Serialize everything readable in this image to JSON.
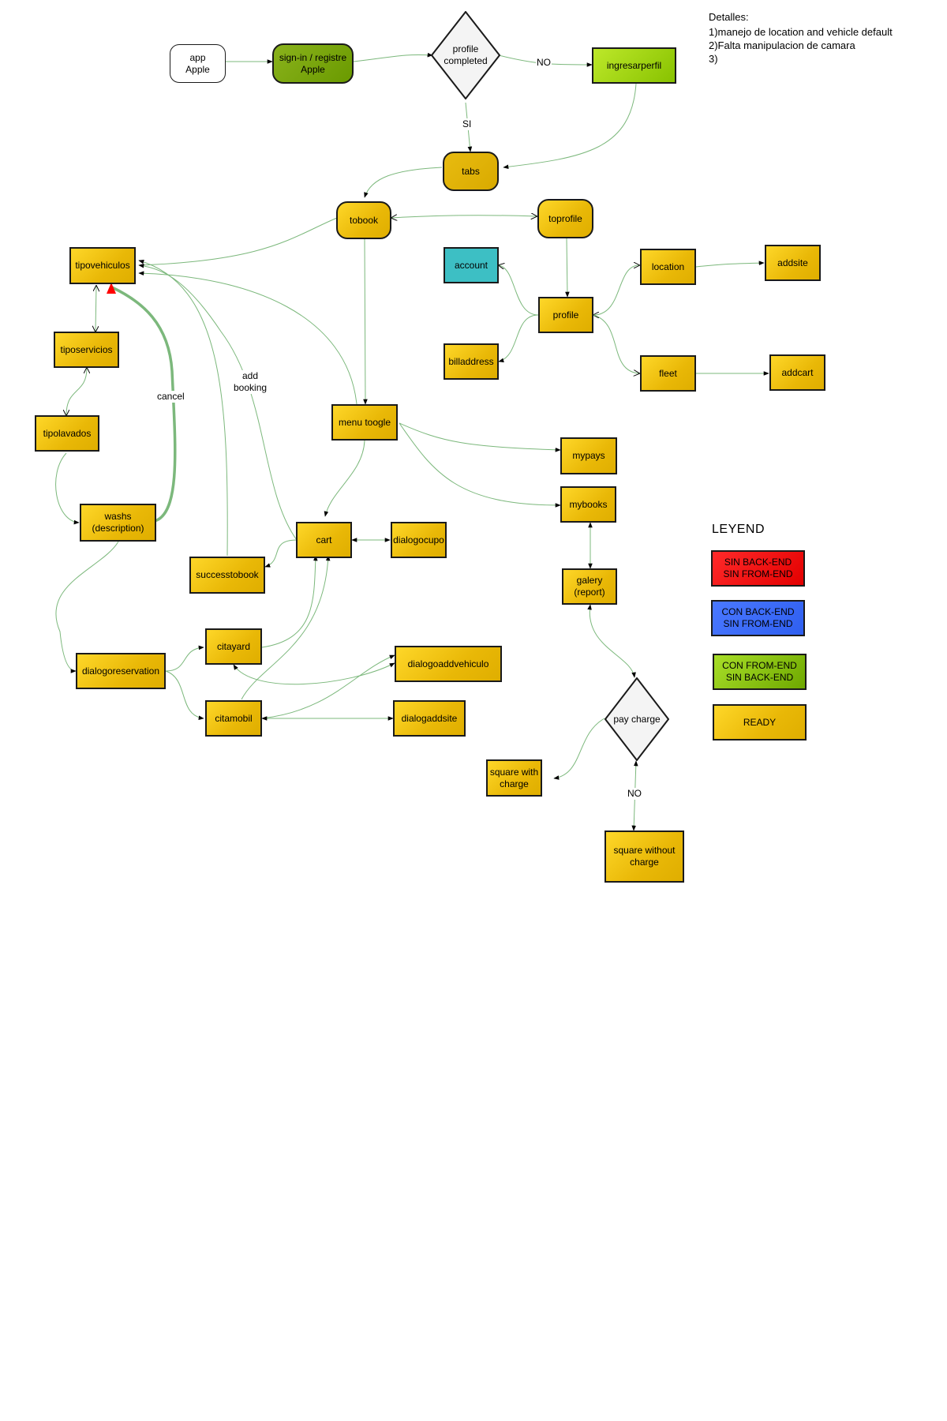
{
  "details": {
    "title": "Detalles:",
    "lines": [
      "1)manejo de location and vehicle default",
      "2)Falta manipulacion de camara",
      "3)"
    ]
  },
  "nodes": {
    "app_apple": "app\nApple",
    "sign_in": "sign-in / registre\nApple",
    "profile_completed": "profile\ncompleted",
    "ingresarperfil": "ingresarperfil",
    "tabs": "tabs",
    "tobook": "tobook",
    "toprofile": "toprofile",
    "tipovehiculos": "tipovehiculos",
    "account": "account",
    "profile": "profile",
    "location": "location",
    "addsite": "addsite",
    "tiposervicios": "tiposervicios",
    "billaddress": "billaddress",
    "fleet": "fleet",
    "addcart": "addcart",
    "tipolavados": "tipolavados",
    "menu_toogle": "menu toogle",
    "mypays": "mypays",
    "washs": "washs\n(description)",
    "mybooks": "mybooks",
    "cart": "cart",
    "dialogocupo": "dialogocupo",
    "successtobook": "successtobook",
    "galery": "galery\n(report)",
    "citayard": "citayard",
    "dialogoaddvehiculo": "dialogoaddvehiculo",
    "dialogoreservation": "dialogoreservation",
    "pay_charge": "pay charge",
    "citamobil": "citamobil",
    "dialogaddsite": "dialogaddsite",
    "square_with_charge": "square with\ncharge",
    "square_without_charge": "square without\ncharge"
  },
  "edge_labels": {
    "no_1": "NO",
    "si": "SI",
    "add_booking": "add\nbooking",
    "cancel": "cancel",
    "no_2": "NO"
  },
  "legend": {
    "title": "LEYEND",
    "items": [
      {
        "label": "SIN BACK-END\nSIN FROM-END",
        "color": "#ff1a1a"
      },
      {
        "label": "CON BACK-END\nSIN FROM-END",
        "color": "#3a6cff"
      },
      {
        "label": "CON FROM-END\nSIN BACK-END",
        "color": "#8cc61a"
      },
      {
        "label": "READY",
        "color": "#f0c010"
      }
    ]
  },
  "colors": {
    "edge": "#7cb87c",
    "ready": "#f0c010",
    "account": "#3dbfc4",
    "cancel_arrow": "#ff0000"
  }
}
